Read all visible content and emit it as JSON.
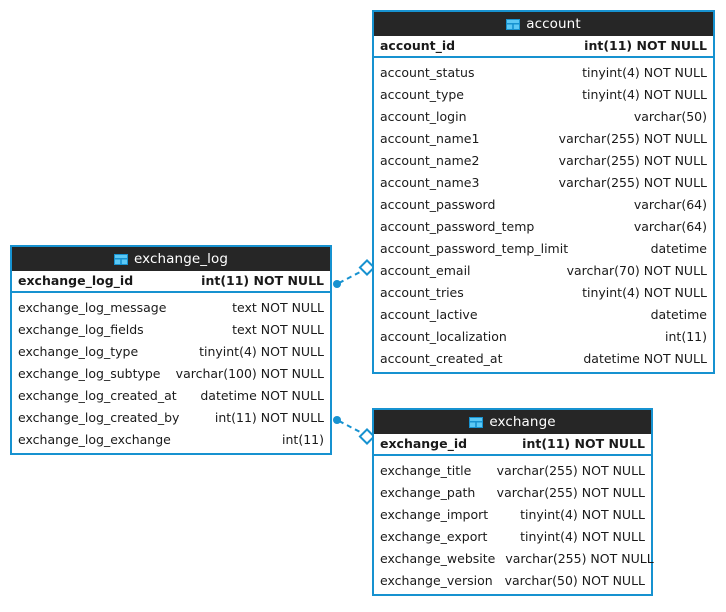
{
  "diagram": {
    "type": "er-diagram",
    "background_color": "#ffffff",
    "accent_color": "#1792d0",
    "header_color": "#262626",
    "header_text_color": "#ffffff",
    "text_color": "#1a1a1a"
  },
  "tables": [
    {
      "name": "account",
      "icon": "table-icon",
      "primary_key": {
        "name": "account_id",
        "type": "int(11) NOT NULL"
      },
      "fields": [
        {
          "name": "account_status",
          "type": "tinyint(4) NOT NULL"
        },
        {
          "name": "account_type",
          "type": "tinyint(4) NOT NULL"
        },
        {
          "name": "account_login",
          "type": "varchar(50)"
        },
        {
          "name": "account_name1",
          "type": "varchar(255) NOT NULL"
        },
        {
          "name": "account_name2",
          "type": "varchar(255) NOT NULL"
        },
        {
          "name": "account_name3",
          "type": "varchar(255) NOT NULL"
        },
        {
          "name": "account_password",
          "type": "varchar(64)"
        },
        {
          "name": "account_password_temp",
          "type": "varchar(64)"
        },
        {
          "name": "account_password_temp_limit",
          "type": "datetime"
        },
        {
          "name": "account_email",
          "type": "varchar(70) NOT NULL"
        },
        {
          "name": "account_tries",
          "type": "tinyint(4) NOT NULL"
        },
        {
          "name": "account_lactive",
          "type": "datetime"
        },
        {
          "name": "account_localization",
          "type": "int(11)"
        },
        {
          "name": "account_created_at",
          "type": "datetime NOT NULL"
        }
      ]
    },
    {
      "name": "exchange_log",
      "icon": "table-icon",
      "primary_key": {
        "name": "exchange_log_id",
        "type": "int(11) NOT NULL"
      },
      "fields": [
        {
          "name": "exchange_log_message",
          "type": "text NOT NULL"
        },
        {
          "name": "exchange_log_fields",
          "type": "text NOT NULL"
        },
        {
          "name": "exchange_log_type",
          "type": "tinyint(4) NOT NULL"
        },
        {
          "name": "exchange_log_subtype",
          "type": "varchar(100) NOT NULL"
        },
        {
          "name": "exchange_log_created_at",
          "type": "datetime NOT NULL"
        },
        {
          "name": "exchange_log_created_by",
          "type": "int(11) NOT NULL"
        },
        {
          "name": "exchange_log_exchange",
          "type": "int(11)"
        }
      ]
    },
    {
      "name": "exchange",
      "icon": "table-icon",
      "primary_key": {
        "name": "exchange_id",
        "type": "int(11) NOT NULL"
      },
      "fields": [
        {
          "name": "exchange_title",
          "type": "varchar(255) NOT NULL"
        },
        {
          "name": "exchange_path",
          "type": "varchar(255) NOT NULL"
        },
        {
          "name": "exchange_import",
          "type": "tinyint(4) NOT NULL"
        },
        {
          "name": "exchange_export",
          "type": "tinyint(4) NOT NULL"
        },
        {
          "name": "exchange_website",
          "type": "varchar(255) NOT NULL"
        },
        {
          "name": "exchange_version",
          "type": "varchar(50) NOT NULL"
        }
      ]
    }
  ],
  "relationships": [
    {
      "from_table": "exchange_log",
      "from_field": "exchange_log_id",
      "to_table": "account",
      "to_field": "account_email",
      "style": "dashed"
    },
    {
      "from_table": "exchange_log",
      "from_field": "exchange_log_created_by",
      "to_table": "exchange",
      "to_field": "exchange_id",
      "style": "dashed"
    }
  ]
}
